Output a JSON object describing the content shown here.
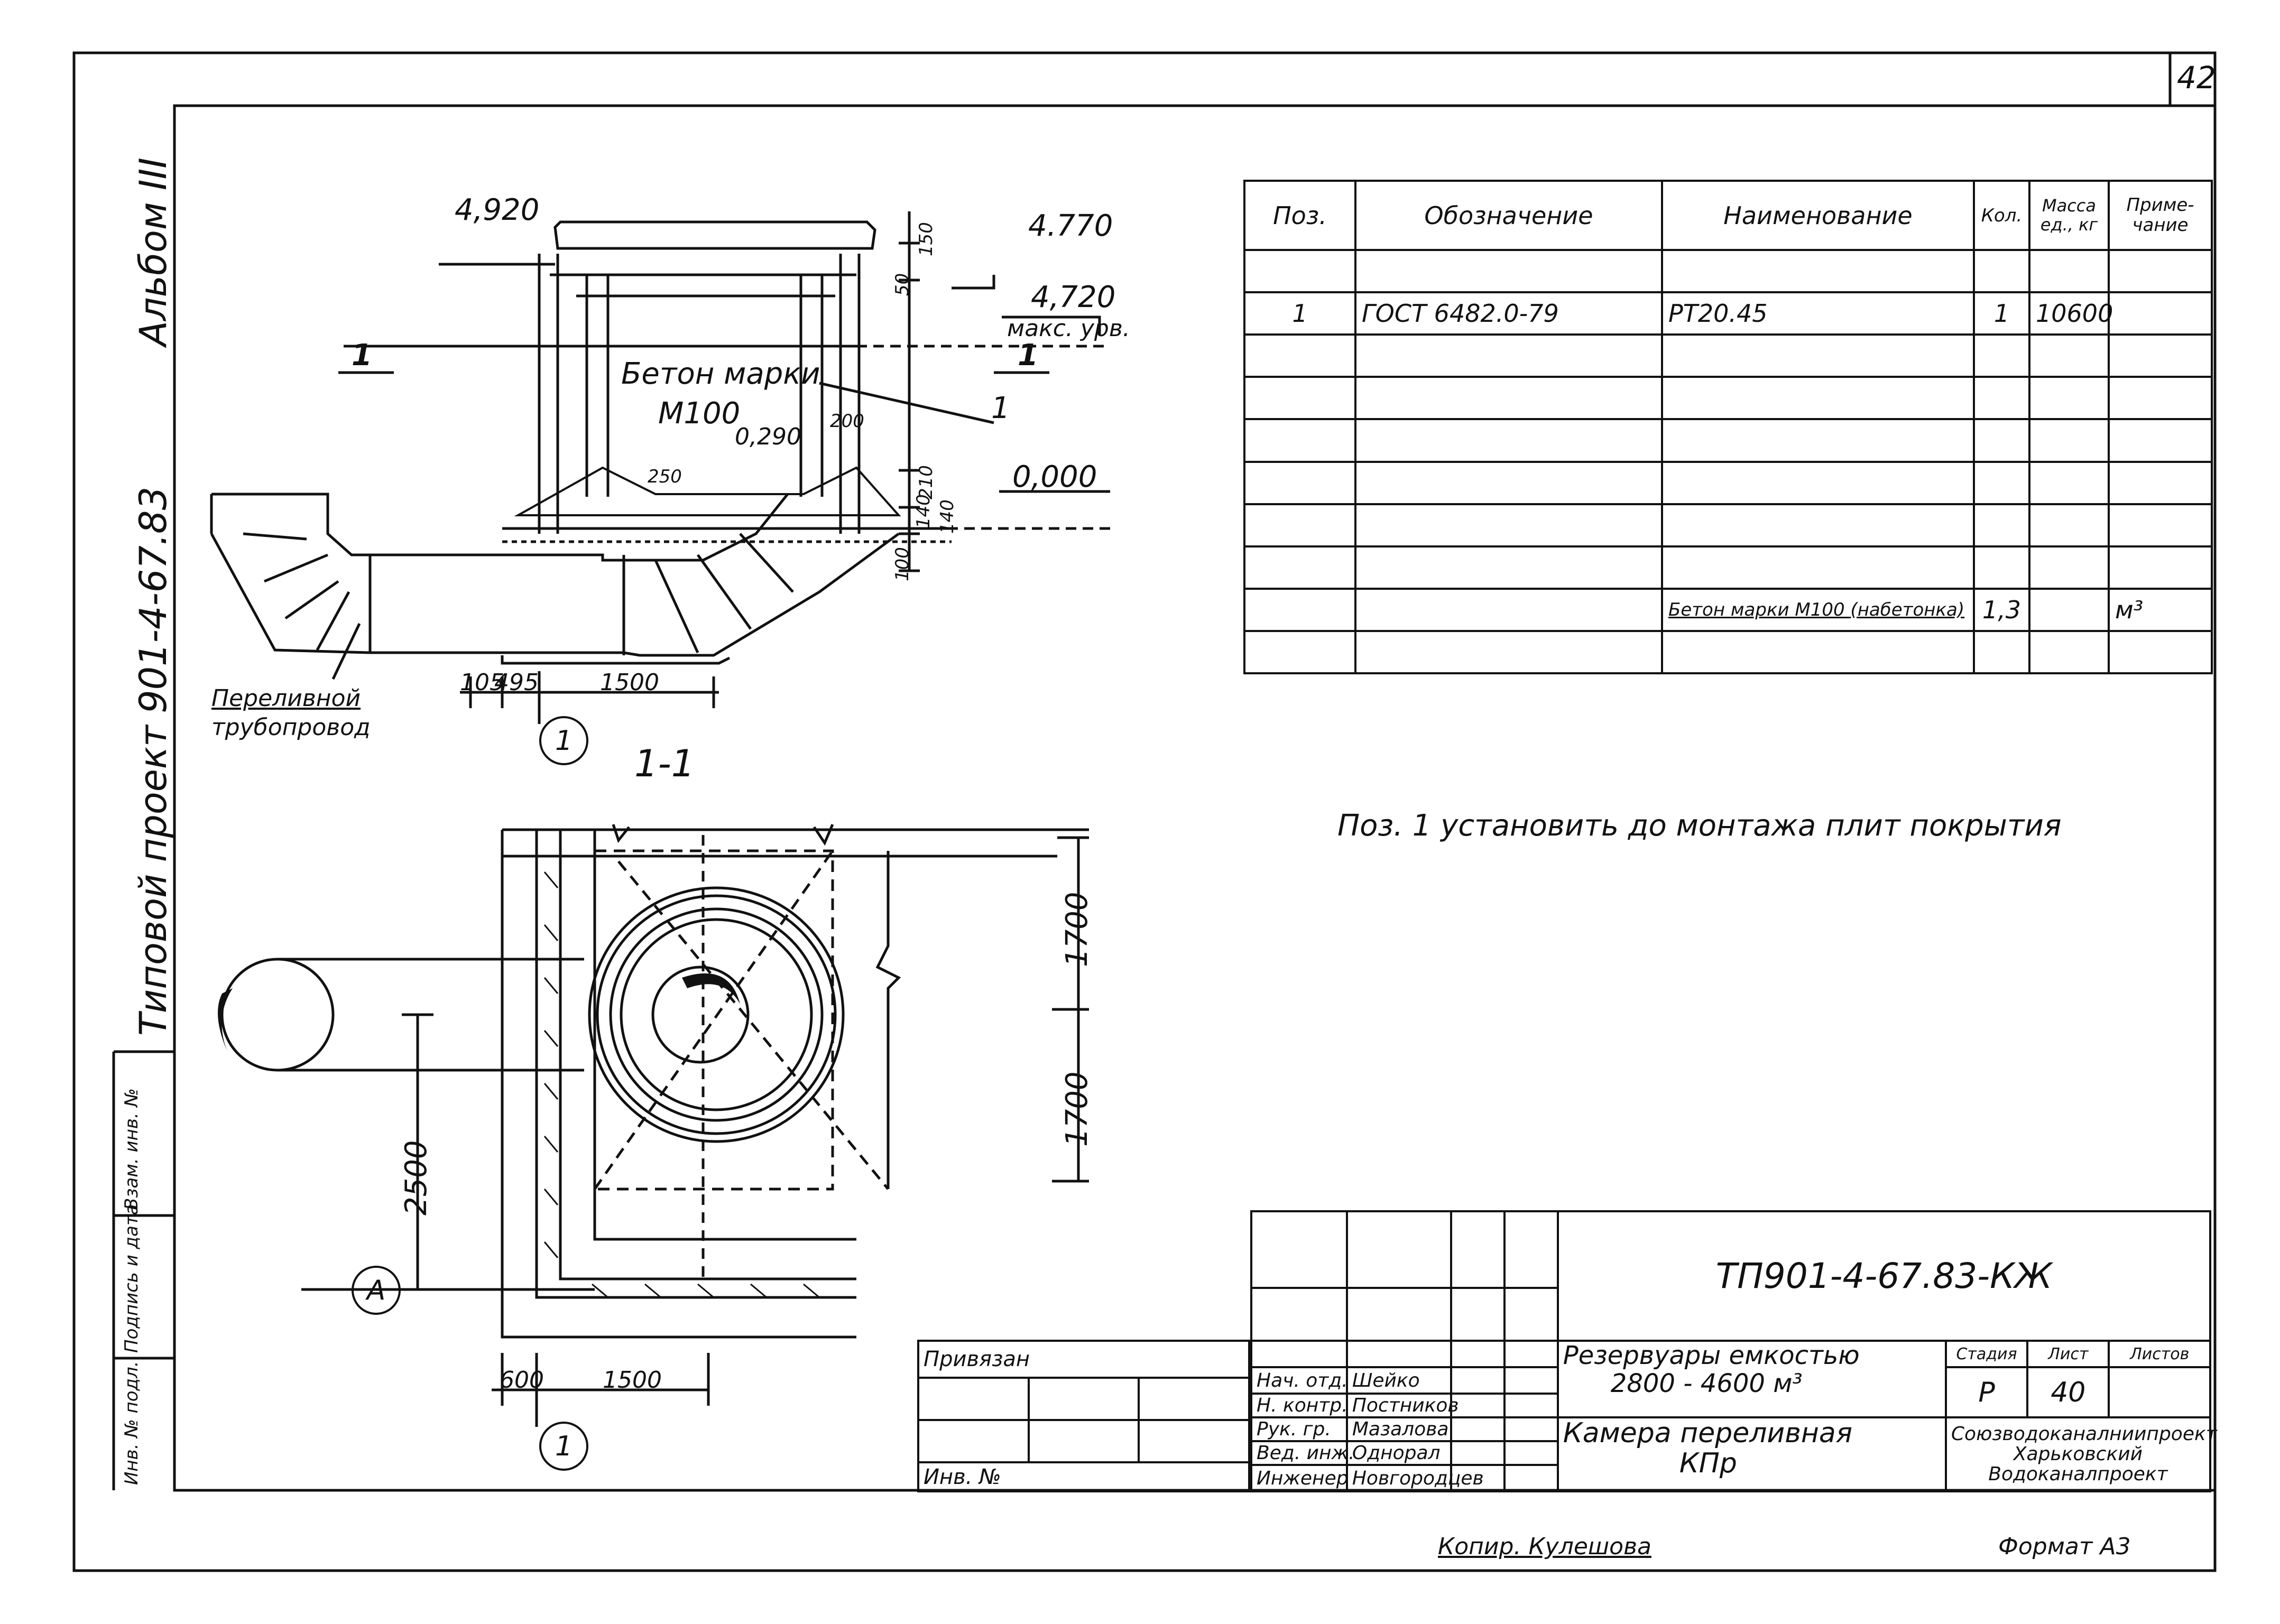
{
  "sheet": {
    "page_number": "42",
    "album_label": "Альбом III",
    "project_label": "Типовой проект 901-4-67.83",
    "margin_cells": [
      "Инв. № подл.",
      "Подпись и дата",
      "Взам. инв. №"
    ],
    "copied_by": "Копир. Кулешова",
    "format": "Формат А3"
  },
  "section_view": {
    "title": "1-1",
    "marks": {
      "top_left": "4,920",
      "top_right": "4.770",
      "max_level": "4,720",
      "max_level_note": "макс. урв.",
      "mid_level": "0,290",
      "zero_level": "0,000"
    },
    "dims_vertical": [
      "150",
      "50",
      "200",
      "210",
      "140",
      "100",
      "140"
    ],
    "dims_bottom": [
      "105",
      "495",
      "1500"
    ],
    "dim_250": "250",
    "section_marker": "1",
    "concrete_label": "Бетон марки",
    "concrete_grade": "М100",
    "leader_label": "1",
    "pipe_label_1": "Переливной",
    "pipe_label_2": "трубопровод",
    "axis_bubble": "1"
  },
  "plan_view": {
    "dims_right": [
      "1700",
      "1700"
    ],
    "dim_left": "2500",
    "dims_bottom": [
      "600",
      "1500"
    ],
    "axis_a": "А",
    "axis_1": "1"
  },
  "spec_table": {
    "headers": [
      "Поз.",
      "Обозначение",
      "Наименование",
      "Кол.",
      "Масса ед., кг",
      "Приме- чание"
    ],
    "rows": [
      [
        "",
        "",
        "",
        "",
        "",
        ""
      ],
      [
        "1",
        "ГОСТ 6482.0-79",
        "РТ20.45",
        "1",
        "10600",
        ""
      ],
      [
        "",
        "",
        "",
        "",
        "",
        ""
      ],
      [
        "",
        "",
        "",
        "",
        "",
        ""
      ],
      [
        "",
        "",
        "",
        "",
        "",
        ""
      ],
      [
        "",
        "",
        "",
        "",
        "",
        ""
      ],
      [
        "",
        "",
        "",
        "",
        "",
        ""
      ],
      [
        "",
        "",
        "",
        "",
        "",
        ""
      ],
      [
        "",
        "",
        "Бетон марки М100 (набетонка)",
        "1,3",
        "",
        "м³"
      ],
      [
        "",
        "",
        "",
        "",
        "",
        ""
      ]
    ]
  },
  "note": "Поз. 1 установить до монтажа плит покрытия",
  "title_block": {
    "code": "ТП901-4-67.83-КЖ",
    "object_line1": "Резервуары емкостью",
    "object_line2": "2800 - 4600 м³",
    "sheet_title_line1": "Камера переливная",
    "sheet_title_line2": "КПр",
    "stage_header": "Стадия",
    "sheet_header": "Лист",
    "sheets_header": "Листов",
    "stage": "Р",
    "sheet": "40",
    "sheets": "",
    "org_line1": "Союзводоканалниипроект",
    "org_line2": "Харьковский",
    "org_line3": "Водоканалпроект",
    "signatures": [
      {
        "role": "Нач. отд.",
        "name": "Шейко"
      },
      {
        "role": "Н. контр.",
        "name": "Постников"
      },
      {
        "role": "Рук. гр.",
        "name": "Мазалова"
      },
      {
        "role": "Вед. инж.",
        "name": "Однорал"
      },
      {
        "role": "Инженер",
        "name": "Новгородцев"
      }
    ],
    "bound_label": "Привязан",
    "inv_label": "Инв. №"
  }
}
